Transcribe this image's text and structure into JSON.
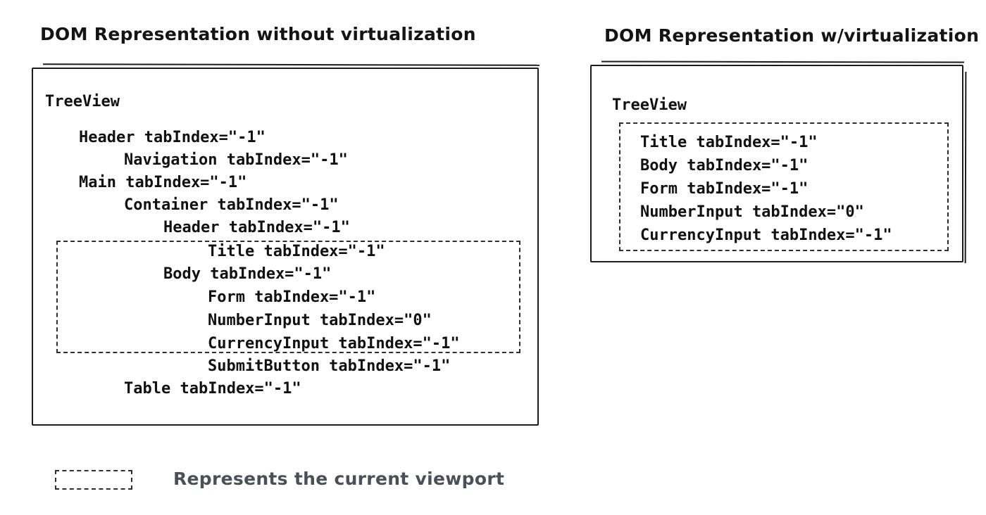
{
  "left_panel": {
    "title": "DOM Representation without virtualization",
    "tree": [
      "TreeView",
      "Header tabIndex=\"-1\"",
      "Navigation tabIndex=\"-1\"",
      "Main tabIndex=\"-1\"",
      "Container tabIndex=\"-1\"",
      "Header tabIndex=\"-1\"",
      "Title tabIndex=\"-1\"",
      "Body tabIndex=\"-1\"",
      "Form tabIndex=\"-1\"",
      "NumberInput tabIndex=\"0\"",
      "CurrencyInput tabIndex=\"-1\"",
      "SubmitButton tabIndex=\"-1\"",
      "Table tabIndex=\"-1\""
    ]
  },
  "right_panel": {
    "title": "DOM Representation w/virtualization",
    "root_label": "TreeView",
    "viewport_items": [
      "Title tabIndex=\"-1\"",
      "Body tabIndex=\"-1\"",
      "Form tabIndex=\"-1\"",
      "NumberInput tabIndex=\"0\"",
      "CurrencyInput tabIndex=\"-1\""
    ]
  },
  "legend": {
    "label": "Represents the current viewport"
  },
  "colors": {
    "ink": "#1b1b1b",
    "dash": "#2e2e2e",
    "legend_text": "#4a5057",
    "background": "#ffffff"
  }
}
